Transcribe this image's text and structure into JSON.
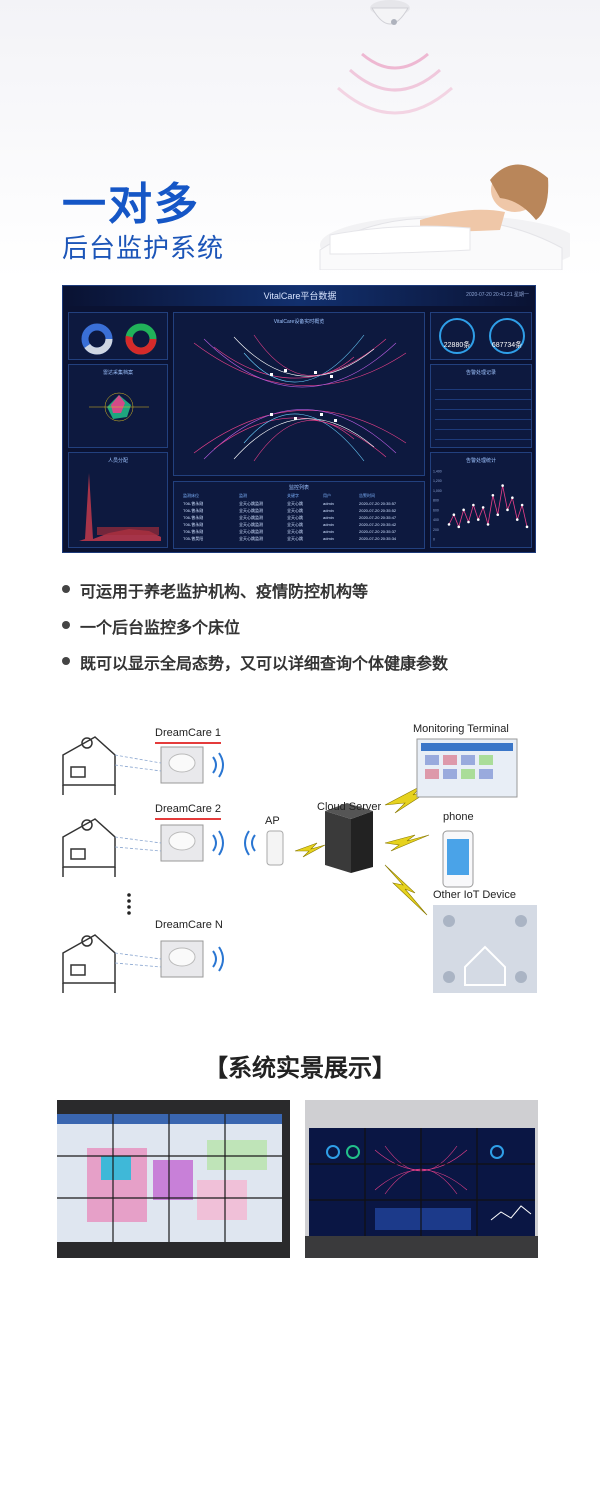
{
  "hero": {
    "title": "一对多",
    "subtitle": "后台监护系统"
  },
  "dashboard": {
    "title": "VitalCare平台数据",
    "time": "2020-07-20 20:41:21 星期一",
    "center_panel_label": "VitalCare设备实时概览",
    "left_panel_2_label": "雷达采集档案",
    "left_panel_3_label": "人员分配",
    "right_panel_2_label": "告警处理记录",
    "right_panel_3_label": "告警处理统计",
    "stats": [
      {
        "value": "22880条"
      },
      {
        "value": "687734条"
      }
    ],
    "monitor_table": {
      "label": "监控列表",
      "headers": [
        "监测床位",
        "监测",
        "关键字",
        "用户",
        "告警时间"
      ],
      "rows": [
        [
          "T06-曾永刚",
          "全天心跳监测",
          "全天心跳",
          "admin",
          "2020-07-20 20:35:57"
        ],
        [
          "T06-曾永刚",
          "全天心跳监测",
          "全天心跳",
          "admin",
          "2020-07-20 20:35:52"
        ],
        [
          "T06-曾永刚",
          "全天心跳监测",
          "全天心跳",
          "admin",
          "2020-07-20 20:35:47"
        ],
        [
          "T06-曾永刚",
          "全天心跳监测",
          "全天心跳",
          "admin",
          "2020-07-20 20:35:42"
        ],
        [
          "T06-曾永刚",
          "全天心跳监测",
          "全天心跳",
          "admin",
          "2020-07-20 20:35:37"
        ],
        [
          "T05-曾昊阳",
          "全天心跳监测",
          "全天心跳",
          "admin",
          "2020-07-20 20:35:34"
        ]
      ]
    },
    "line_chart": {
      "y_ticks": [
        "1,400",
        "1,200",
        "1,000",
        "800",
        "600",
        "400",
        "200",
        "0"
      ],
      "values": [
        300,
        500,
        250,
        600,
        350,
        700,
        400,
        650,
        300,
        900,
        500,
        1100,
        600,
        850,
        400,
        700,
        250
      ]
    },
    "colors": {
      "accent": "#2f9fe8",
      "pink": "#e8408a",
      "green": "#22c08a"
    }
  },
  "bullets": [
    "可运用于养老监护机构、疫情防控机构等",
    "一个后台监控多个床位",
    "既可以显示全局态势，又可以详细查询个体健康参数"
  ],
  "network": {
    "devices": [
      "DreamCare 1",
      "DreamCare 2",
      "DreamCare N"
    ],
    "ap": "AP",
    "server": "Cloud Server",
    "monitoring": "Monitoring Terminal",
    "phone": "phone",
    "iot": "Other IoT Device"
  },
  "section_title": "【系统实景展示】"
}
